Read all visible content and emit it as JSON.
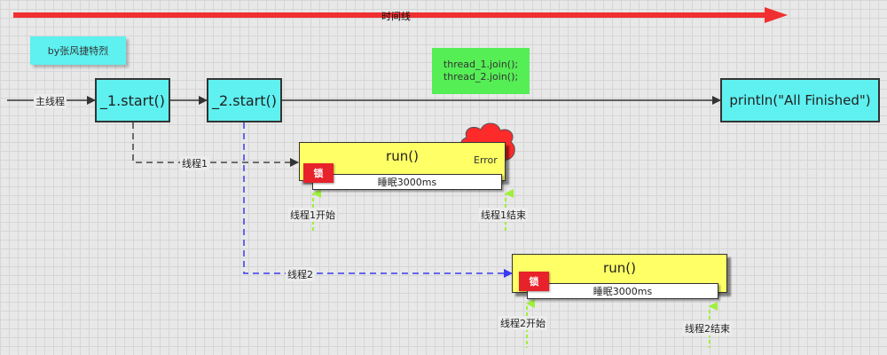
{
  "timeline_label": "时间线",
  "author_note": "by张风捷特烈",
  "join_note": {
    "line1": "thread_1.join();",
    "line2": "thread_2.join();"
  },
  "main_thread_label": "主线程",
  "start1_label": "_1.start()",
  "start2_label": "_2.start()",
  "println_label": "println(\"All Finished\")",
  "thread1": {
    "branch_label": "线程1",
    "run_label": "run()",
    "lock_label": "锁",
    "sleep_label": "睡眠3000ms",
    "error_label": "Error",
    "start_label": "线程1开始",
    "end_label": "线程1结束"
  },
  "thread2": {
    "branch_label": "线程2",
    "run_label": "run()",
    "lock_label": "锁",
    "sleep_label": "睡眠3000ms",
    "start_label": "线程2开始",
    "end_label": "线程2结束"
  },
  "colors": {
    "timeline_red": "#f03030",
    "thread1_line": "#444444",
    "thread2_line": "#3a3aee",
    "marker_green": "#9ef03a",
    "cyan": "#5ff0f0",
    "yellow": "#ffff66",
    "green_note": "#55ee55",
    "error_red": "#ff2a2a"
  }
}
